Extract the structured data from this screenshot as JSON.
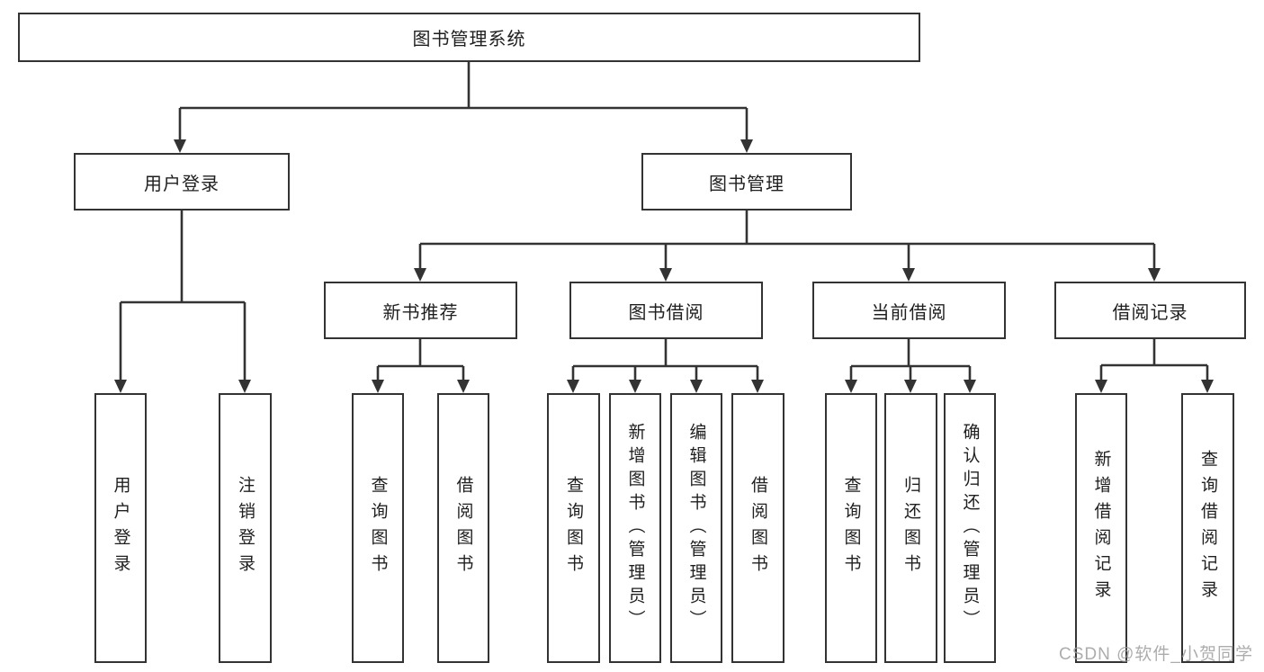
{
  "nodes": {
    "root": "图书管理系统",
    "user_login": "用户登录",
    "book_management": "图书管理",
    "new_book_recommend": "新书推荐",
    "book_borrowing": "图书借阅",
    "current_borrowing": "当前借阅",
    "borrowing_records": "借阅记录",
    "leaf_user_login": "用户登录",
    "leaf_logout": "注销登录",
    "leaf_query_books_a": "查询图书",
    "leaf_borrow_books_a": "借阅图书",
    "leaf_query_books_b": "查询图书",
    "leaf_add_books": "新增图书（管理员）",
    "leaf_edit_books": "编辑图书（管理员）",
    "leaf_borrow_books_b": "借阅图书",
    "leaf_query_books_c": "查询图书",
    "leaf_return_books": "归还图书",
    "leaf_confirm_return": "确认归还（管理员）",
    "leaf_add_borrow_record": "新增借阅记录",
    "leaf_query_borrow_record": "查询借阅记录"
  },
  "watermark": "CSDN @软件_小贺同学",
  "colors": {
    "line": "#333333",
    "box_border": "#333333",
    "text": "#1f1f1f",
    "watermark": "#9e9e9e",
    "background": "#ffffff"
  }
}
